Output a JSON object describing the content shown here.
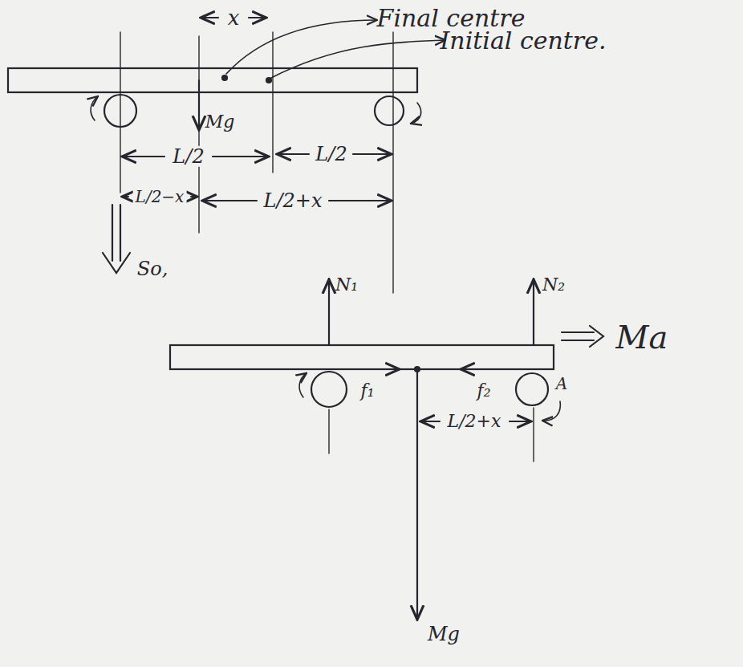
{
  "diagram": {
    "labels": [
      "x",
      "Final centre",
      "Initial centre.",
      "Mg",
      "L/2",
      "L/2",
      "L/2−x",
      "L/2+x",
      "So,",
      "N₁",
      "N₂",
      "Ma",
      "f₁",
      "f₂",
      "A",
      "L/2+x",
      "Mg"
    ]
  }
}
